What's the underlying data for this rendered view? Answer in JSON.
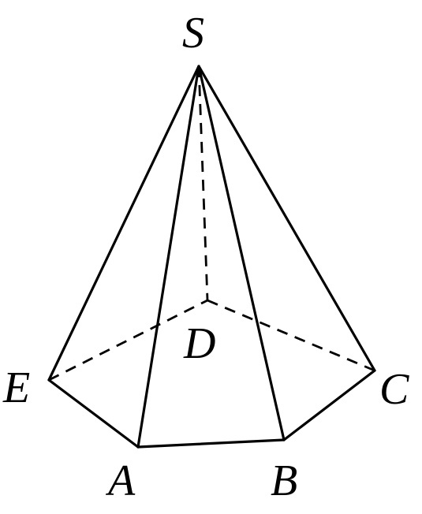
{
  "figure": {
    "vertex_labels": {
      "S": "S",
      "A": "A",
      "B": "B",
      "C": "C",
      "D": "D",
      "E": "E"
    },
    "edges": [
      {
        "from": "E",
        "to": "A",
        "style": "solid"
      },
      {
        "from": "A",
        "to": "B",
        "style": "solid"
      },
      {
        "from": "B",
        "to": "C",
        "style": "solid"
      },
      {
        "from": "S",
        "to": "E",
        "style": "solid"
      },
      {
        "from": "S",
        "to": "A",
        "style": "solid"
      },
      {
        "from": "S",
        "to": "B",
        "style": "solid"
      },
      {
        "from": "S",
        "to": "C",
        "style": "solid"
      },
      {
        "from": "S",
        "to": "D",
        "style": "dashed"
      },
      {
        "from": "E",
        "to": "D",
        "style": "dashed"
      },
      {
        "from": "D",
        "to": "C",
        "style": "dashed"
      }
    ],
    "colors": {
      "stroke": "#000000",
      "background": "#ffffff"
    }
  }
}
